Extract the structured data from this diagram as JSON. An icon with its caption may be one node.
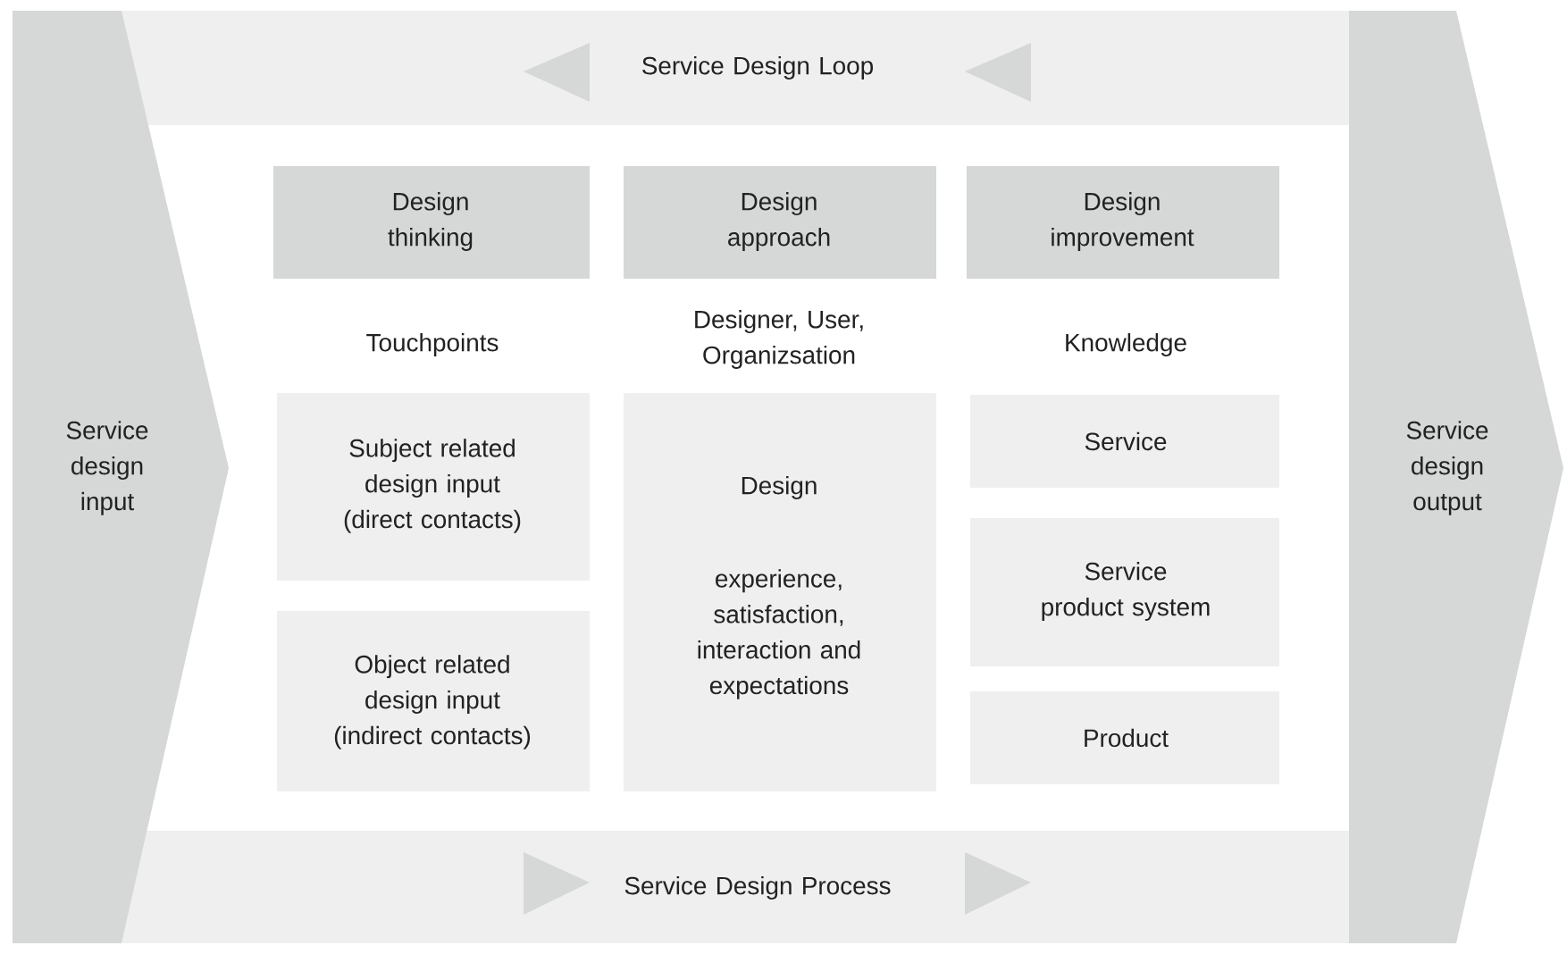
{
  "diagram": {
    "nodes": [
      {
        "text": [
          "Service Design Loop"
        ]
      },
      {
        "text": [
          "Service design input"
        ]
      },
      {
        "text": [
          "Design thinking"
        ]
      },
      {
        "text": [
          "Design approach"
        ]
      },
      {
        "text": [
          "Design improvement"
        ]
      },
      {
        "text": [
          "Subject related design input (direct contacts)"
        ]
      },
      {
        "text": [
          "Design",
          "experience, satisfaction, interaction and expectations"
        ]
      },
      {
        "text": [
          "Service"
        ]
      },
      {
        "text": [
          "Service product system"
        ]
      },
      {
        "text": [
          "Object related design input (indirect contacts)"
        ]
      },
      {
        "text": [
          "Product"
        ]
      },
      {
        "text": [
          "Service design output"
        ]
      },
      {
        "text": [
          "Service Design Process"
        ]
      }
    ],
    "labels": [
      "Touchpoints",
      "Designer, User, Organizsation",
      "Knowledge"
    ]
  }
}
